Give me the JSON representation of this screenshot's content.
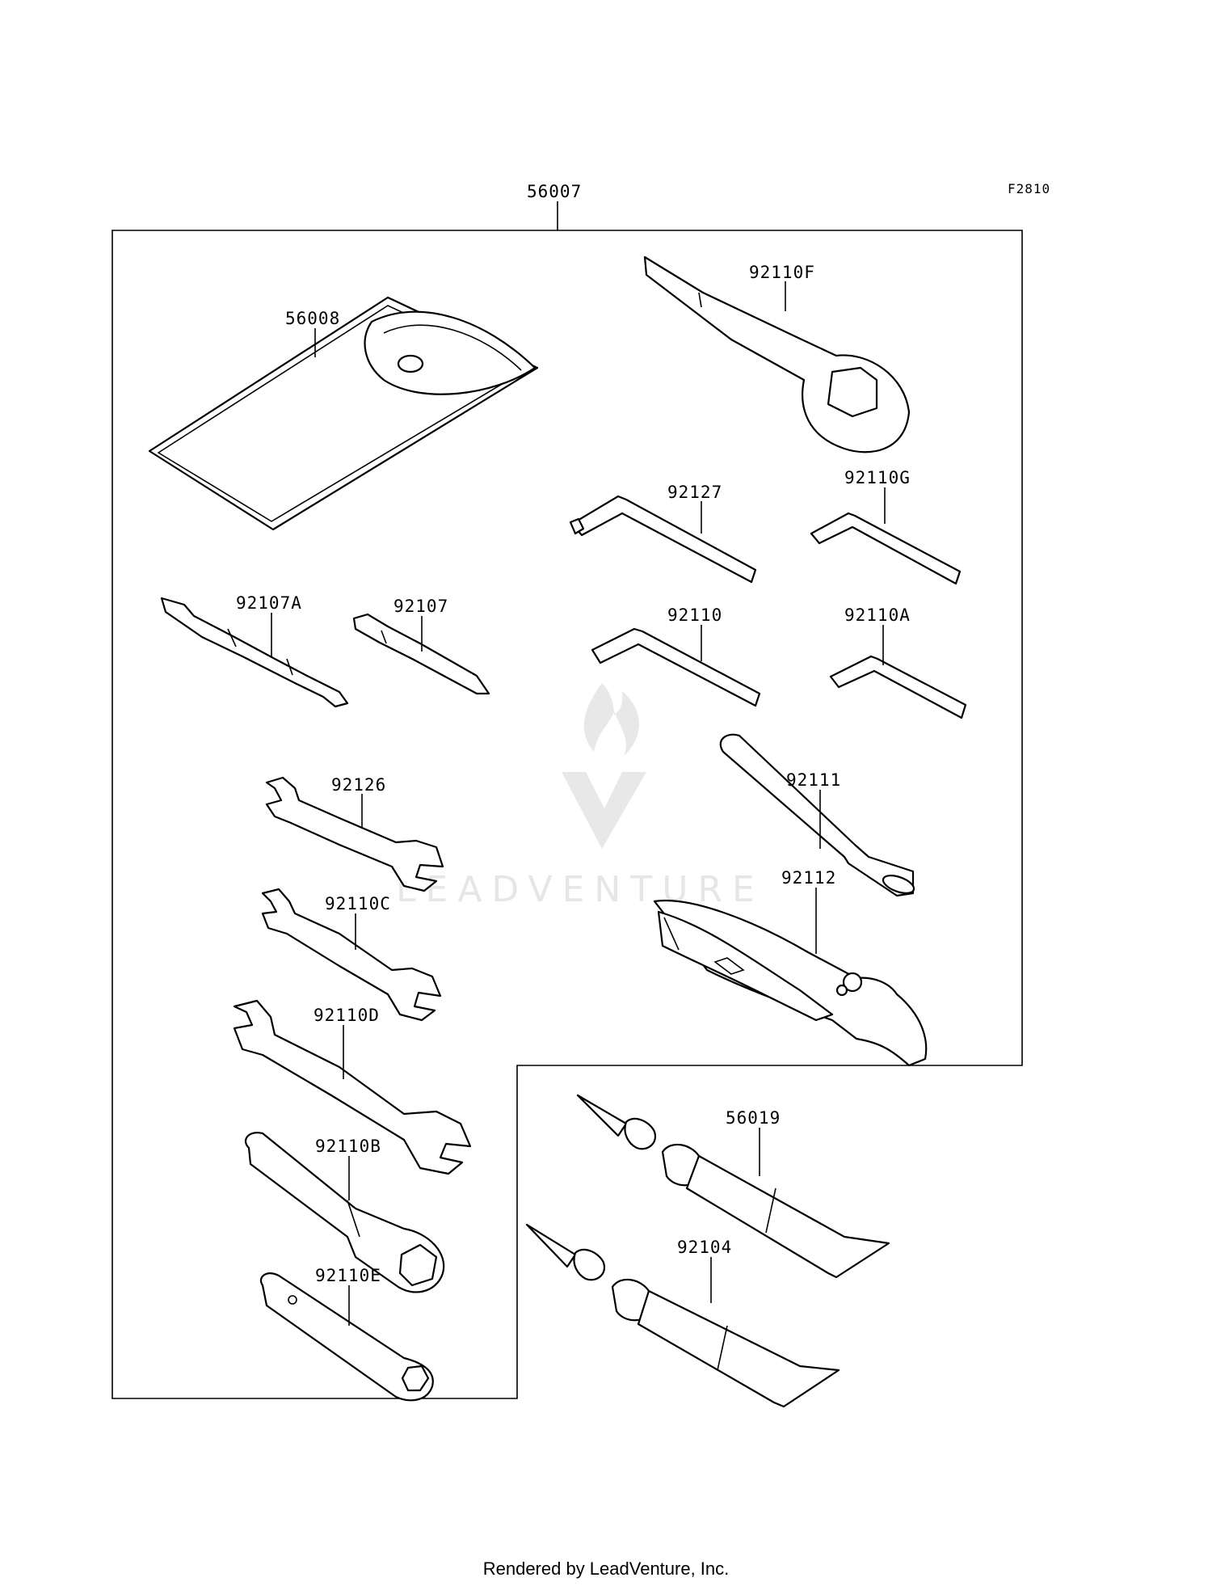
{
  "figure_code": "F2810",
  "assembly_label": "56007",
  "parts": [
    {
      "id": "56008",
      "name": "tool-bag"
    },
    {
      "id": "92110F",
      "name": "box-wrench"
    },
    {
      "id": "92127",
      "name": "hex-key"
    },
    {
      "id": "92110G",
      "name": "hex-key"
    },
    {
      "id": "92107A",
      "name": "screwdriver-bit"
    },
    {
      "id": "92107",
      "name": "screwdriver-bit"
    },
    {
      "id": "92110",
      "name": "hex-key"
    },
    {
      "id": "92110A",
      "name": "hex-key"
    },
    {
      "id": "92126",
      "name": "open-wrench"
    },
    {
      "id": "92111",
      "name": "handle-bar"
    },
    {
      "id": "92112",
      "name": "pliers"
    },
    {
      "id": "92110C",
      "name": "open-wrench"
    },
    {
      "id": "92110D",
      "name": "open-wrench"
    },
    {
      "id": "92110B",
      "name": "socket-wrench"
    },
    {
      "id": "92110E",
      "name": "socket-wrench"
    },
    {
      "id": "56019",
      "name": "grease-tube"
    },
    {
      "id": "92104",
      "name": "grease-tube"
    }
  ],
  "watermark": "LEADVENTURE",
  "footer": "Rendered by LeadVenture, Inc."
}
